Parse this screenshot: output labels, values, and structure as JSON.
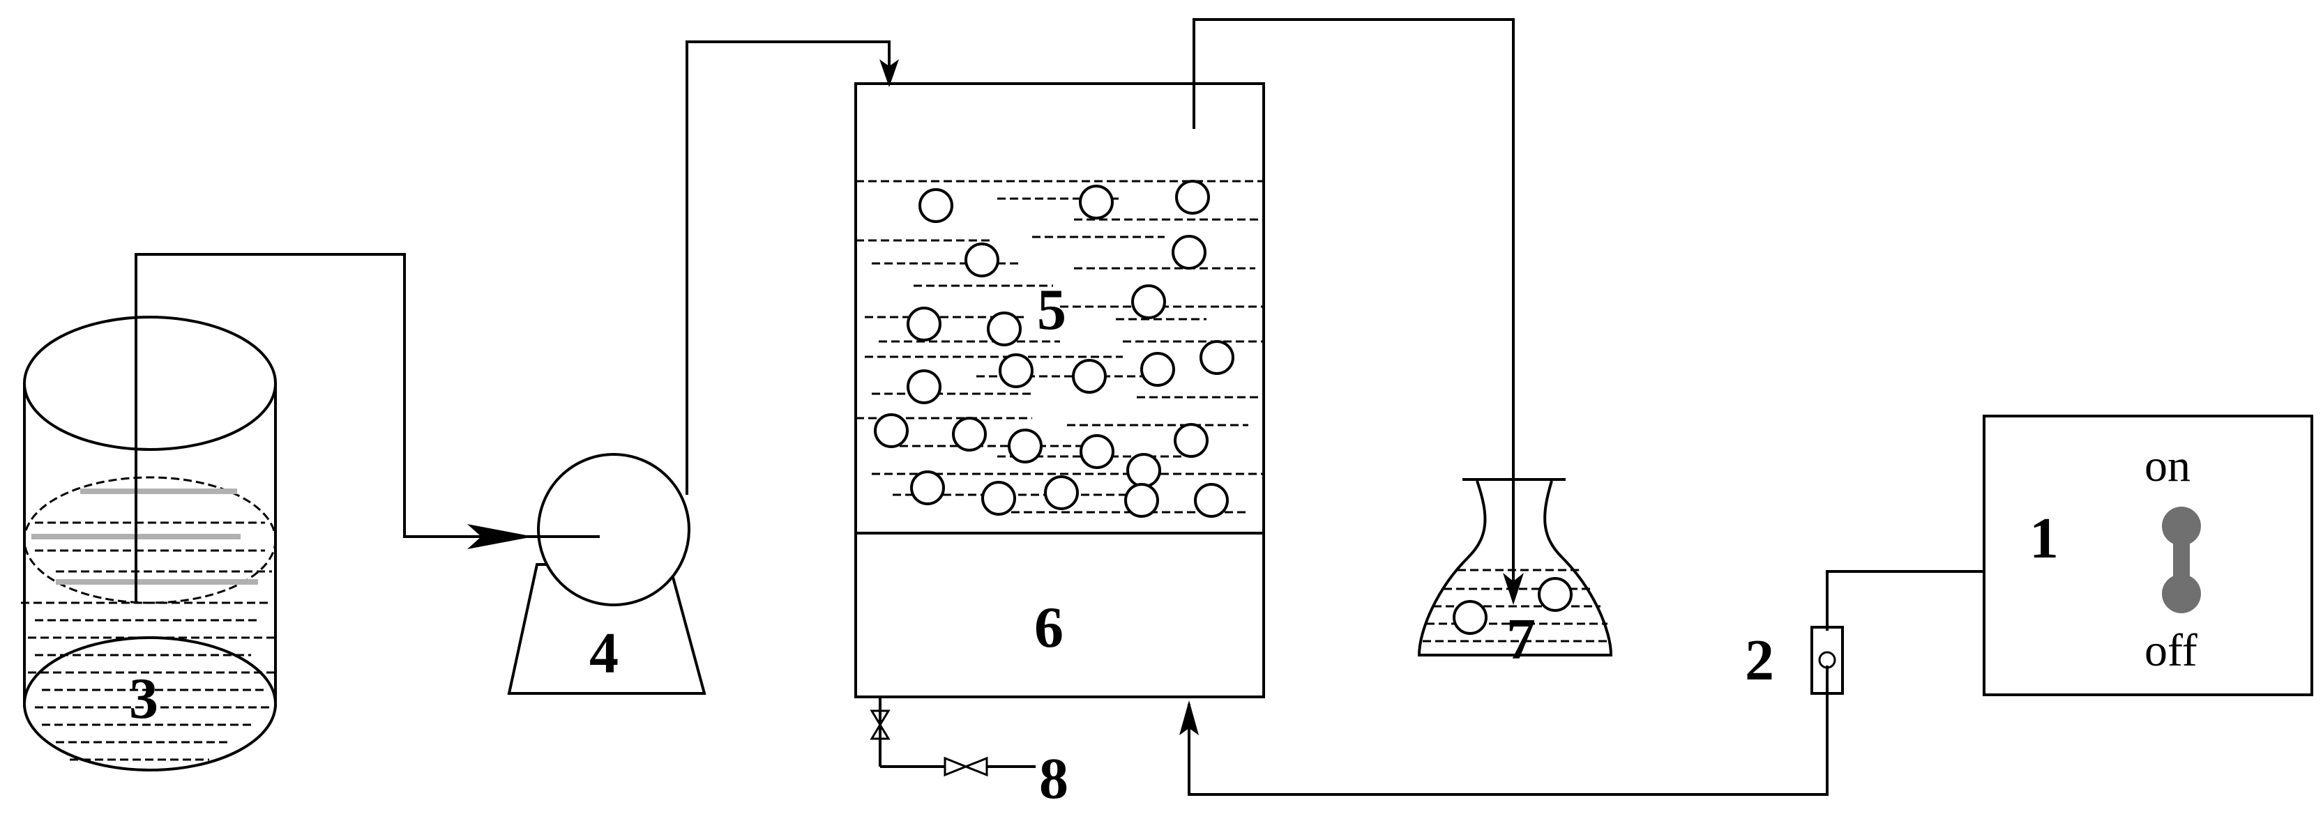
{
  "labels": {
    "power_supply": "1",
    "flowmeter": "2",
    "feed_tank": "3",
    "pump": "4",
    "reactor_upper": "5",
    "reactor_lower": "6",
    "flask": "7",
    "valve": "8"
  },
  "switch": {
    "on": "on",
    "off": "off"
  },
  "colors": {
    "line": "#000000",
    "switch_knob": "#707070",
    "water_gray": "#b0b0b0"
  }
}
